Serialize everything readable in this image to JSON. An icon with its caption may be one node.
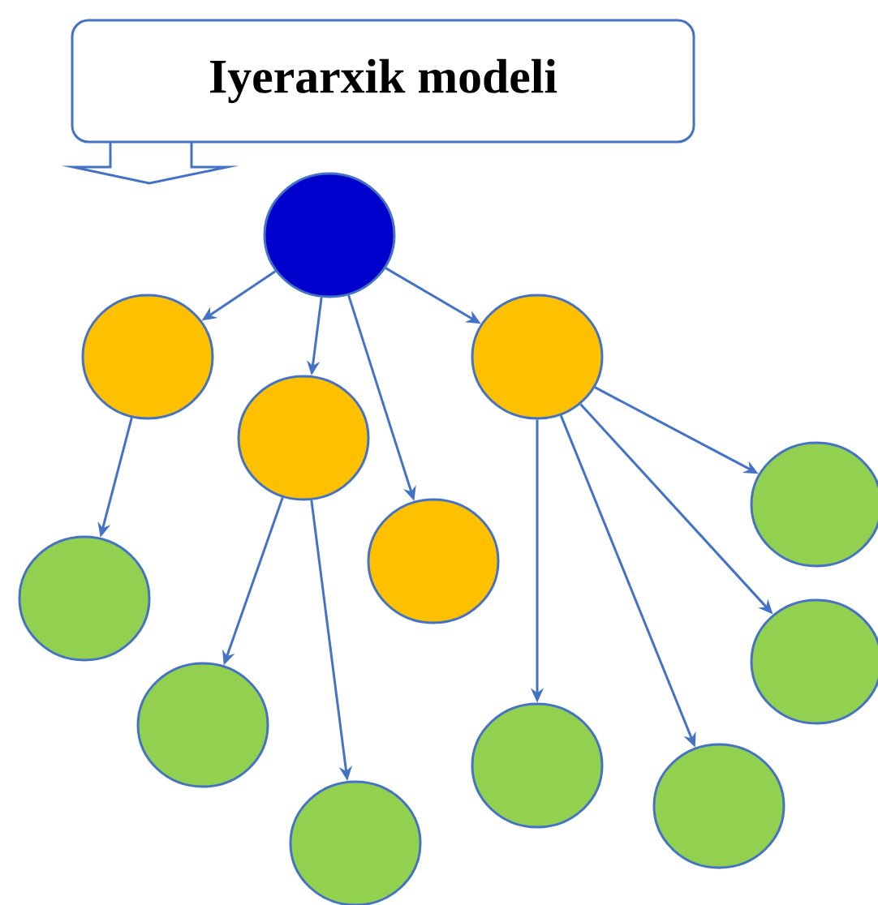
{
  "diagram": {
    "nodes": [
      {
        "text": [
          "Iyerarxik modeli"
        ]
      },
      {
        "text": [],
        "shape": "circle"
      },
      {
        "text": [],
        "shape": "circle"
      },
      {
        "text": [],
        "shape": "circle"
      },
      {
        "text": [],
        "shape": "circle"
      },
      {
        "text": [],
        "shape": "circle"
      },
      {
        "text": [],
        "shape": "circle"
      },
      {
        "text": [],
        "shape": "circle"
      },
      {
        "text": [],
        "shape": "circle"
      },
      {
        "text": [],
        "shape": "circle"
      },
      {
        "text": [],
        "shape": "circle"
      },
      {
        "text": [],
        "shape": "circle"
      },
      {
        "text": [],
        "shape": "circle"
      }
    ],
    "edges": [
      {
        "from": 1,
        "to": 2,
        "arrow": "to"
      },
      {
        "from": 1,
        "to": 3,
        "arrow": "to"
      },
      {
        "from": 1,
        "to": 4,
        "arrow": "to"
      },
      {
        "from": 1,
        "to": 5,
        "arrow": "to"
      },
      {
        "from": 2,
        "to": 6,
        "arrow": "to"
      },
      {
        "from": 3,
        "to": 7,
        "arrow": "to"
      },
      {
        "from": 3,
        "to": 8,
        "arrow": "to"
      },
      {
        "from": 5,
        "to": 9,
        "arrow": "to"
      },
      {
        "from": 5,
        "to": 10,
        "arrow": "to"
      },
      {
        "from": 5,
        "to": 11,
        "arrow": "to"
      },
      {
        "from": 5,
        "to": 12,
        "arrow": "to"
      }
    ]
  }
}
